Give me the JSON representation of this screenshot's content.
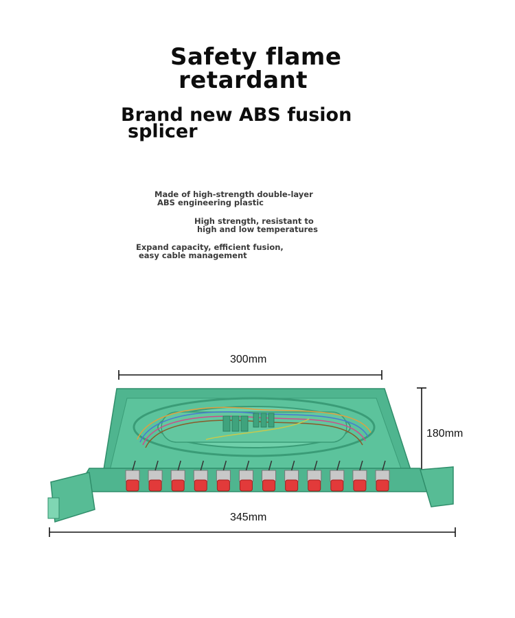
{
  "headline": {
    "line1": "Safety flame",
    "line2": "retardant"
  },
  "subheadline": {
    "line1": "Brand new ABS fusion",
    "line2": "splicer"
  },
  "features": [
    {
      "line1": "Made of high-strength double-layer",
      "line2": "ABS engineering plastic"
    },
    {
      "line1": "High strength, resistant to",
      "line2": "high and low temperatures"
    },
    {
      "line1": "Expand capacity, efficient fusion,",
      "line2": "easy cable management"
    }
  ],
  "dimensions": {
    "width_inner": "300mm",
    "height": "180mm",
    "width_total": "345mm"
  },
  "product": {
    "tray_color": "#4fb58f",
    "adapter_color": "#e23a3a",
    "adapter_count": 12
  }
}
